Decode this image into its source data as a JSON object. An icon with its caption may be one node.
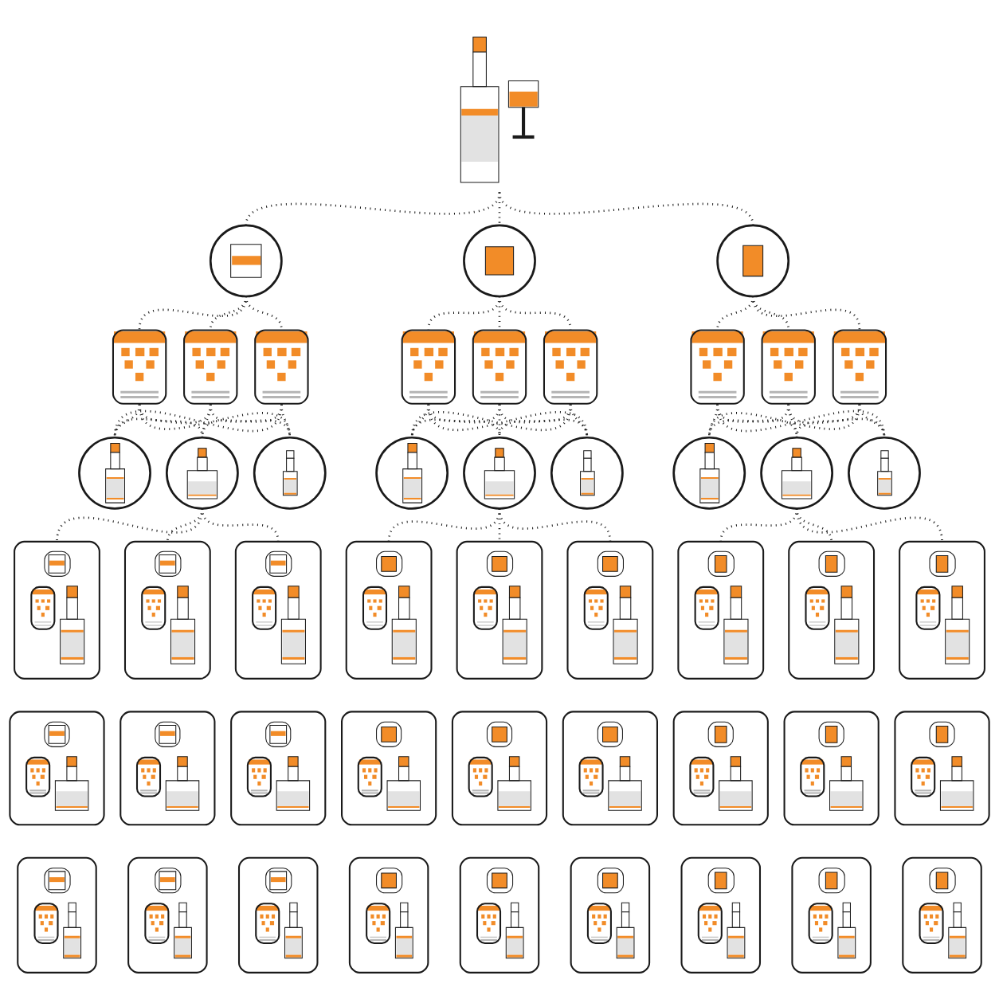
{
  "diagram": {
    "nodes": [
      {
        "text": [],
        "shape": "picture"
      },
      {
        "text": [],
        "shape": "circle"
      },
      {
        "text": [],
        "shape": "circle"
      },
      {
        "text": [],
        "shape": "circle"
      },
      {
        "text": [],
        "shape": "picture"
      },
      {
        "text": [],
        "shape": "picture"
      },
      {
        "text": [],
        "shape": "picture"
      },
      {
        "text": [],
        "shape": "picture"
      },
      {
        "text": [],
        "shape": "picture"
      },
      {
        "text": [],
        "shape": "picture"
      },
      {
        "text": [],
        "shape": "picture"
      },
      {
        "text": [],
        "shape": "picture"
      },
      {
        "text": [],
        "shape": "picture"
      },
      {
        "text": [],
        "shape": "circle"
      },
      {
        "text": [],
        "shape": "circle"
      },
      {
        "text": [],
        "shape": "circle"
      },
      {
        "text": [],
        "shape": "circle"
      },
      {
        "text": [],
        "shape": "circle"
      },
      {
        "text": [],
        "shape": "circle"
      },
      {
        "text": [],
        "shape": "circle"
      },
      {
        "text": [],
        "shape": "circle"
      },
      {
        "text": [],
        "shape": "circle"
      },
      {
        "text": [],
        "shape": "box"
      },
      {
        "text": [],
        "shape": "box"
      },
      {
        "text": [],
        "shape": "box"
      },
      {
        "text": [],
        "shape": "box"
      },
      {
        "text": [],
        "shape": "box"
      },
      {
        "text": [],
        "shape": "box"
      },
      {
        "text": [],
        "shape": "box"
      },
      {
        "text": [],
        "shape": "box"
      },
      {
        "text": [],
        "shape": "box"
      },
      {
        "text": [],
        "shape": "box"
      },
      {
        "text": [],
        "shape": "box"
      },
      {
        "text": [],
        "shape": "box"
      },
      {
        "text": [],
        "shape": "box"
      },
      {
        "text": [],
        "shape": "box"
      },
      {
        "text": [],
        "shape": "box"
      },
      {
        "text": [],
        "shape": "box"
      },
      {
        "text": [],
        "shape": "box"
      },
      {
        "text": [],
        "shape": "box"
      },
      {
        "text": [],
        "shape": "box"
      },
      {
        "text": [],
        "shape": "box"
      },
      {
        "text": [],
        "shape": "box"
      },
      {
        "text": [],
        "shape": "box"
      },
      {
        "text": [],
        "shape": "box"
      },
      {
        "text": [],
        "shape": "box"
      },
      {
        "text": [],
        "shape": "box"
      },
      {
        "text": [],
        "shape": "box"
      },
      {
        "text": [],
        "shape": "box"
      }
    ],
    "edges": [
      {
        "from": 0,
        "to": 1,
        "arrow": "none"
      },
      {
        "from": 0,
        "to": 2,
        "arrow": "none"
      },
      {
        "from": 0,
        "to": 3,
        "arrow": "none"
      },
      {
        "from": 1,
        "to": 4,
        "arrow": "none"
      },
      {
        "from": 1,
        "to": 5,
        "arrow": "none"
      },
      {
        "from": 1,
        "to": 6,
        "arrow": "none"
      },
      {
        "from": 2,
        "to": 7,
        "arrow": "none"
      },
      {
        "from": 2,
        "to": 8,
        "arrow": "none"
      },
      {
        "from": 2,
        "to": 9,
        "arrow": "none"
      },
      {
        "from": 3,
        "to": 10,
        "arrow": "none"
      },
      {
        "from": 3,
        "to": 11,
        "arrow": "none"
      },
      {
        "from": 3,
        "to": 12,
        "arrow": "none"
      },
      {
        "from": 4,
        "to": 13,
        "arrow": "none"
      },
      {
        "from": 4,
        "to": 14,
        "arrow": "none"
      },
      {
        "from": 4,
        "to": 15,
        "arrow": "none"
      },
      {
        "from": 5,
        "to": 13,
        "arrow": "none"
      },
      {
        "from": 5,
        "to": 14,
        "arrow": "none"
      },
      {
        "from": 5,
        "to": 15,
        "arrow": "none"
      },
      {
        "from": 6,
        "to": 13,
        "arrow": "none"
      },
      {
        "from": 6,
        "to": 14,
        "arrow": "none"
      },
      {
        "from": 6,
        "to": 15,
        "arrow": "none"
      },
      {
        "from": 7,
        "to": 16,
        "arrow": "none"
      },
      {
        "from": 7,
        "to": 17,
        "arrow": "none"
      },
      {
        "from": 7,
        "to": 18,
        "arrow": "none"
      },
      {
        "from": 8,
        "to": 16,
        "arrow": "none"
      },
      {
        "from": 8,
        "to": 17,
        "arrow": "none"
      },
      {
        "from": 8,
        "to": 18,
        "arrow": "none"
      },
      {
        "from": 9,
        "to": 16,
        "arrow": "none"
      },
      {
        "from": 9,
        "to": 17,
        "arrow": "none"
      },
      {
        "from": 9,
        "to": 18,
        "arrow": "none"
      },
      {
        "from": 10,
        "to": 19,
        "arrow": "none"
      },
      {
        "from": 10,
        "to": 20,
        "arrow": "none"
      },
      {
        "from": 10,
        "to": 21,
        "arrow": "none"
      },
      {
        "from": 11,
        "to": 19,
        "arrow": "none"
      },
      {
        "from": 11,
        "to": 20,
        "arrow": "none"
      },
      {
        "from": 11,
        "to": 21,
        "arrow": "none"
      },
      {
        "from": 12,
        "to": 19,
        "arrow": "none"
      },
      {
        "from": 12,
        "to": 20,
        "arrow": "none"
      },
      {
        "from": 12,
        "to": 21,
        "arrow": "none"
      },
      {
        "from": 14,
        "to": 22,
        "arrow": "none"
      },
      {
        "from": 14,
        "to": 23,
        "arrow": "none"
      },
      {
        "from": 14,
        "to": 24,
        "arrow": "none"
      },
      {
        "from": 17,
        "to": 25,
        "arrow": "none"
      },
      {
        "from": 17,
        "to": 26,
        "arrow": "none"
      },
      {
        "from": 17,
        "to": 27,
        "arrow": "none"
      },
      {
        "from": 20,
        "to": 28,
        "arrow": "none"
      },
      {
        "from": 20,
        "to": 29,
        "arrow": "none"
      },
      {
        "from": 20,
        "to": 30,
        "arrow": "none"
      }
    ]
  }
}
